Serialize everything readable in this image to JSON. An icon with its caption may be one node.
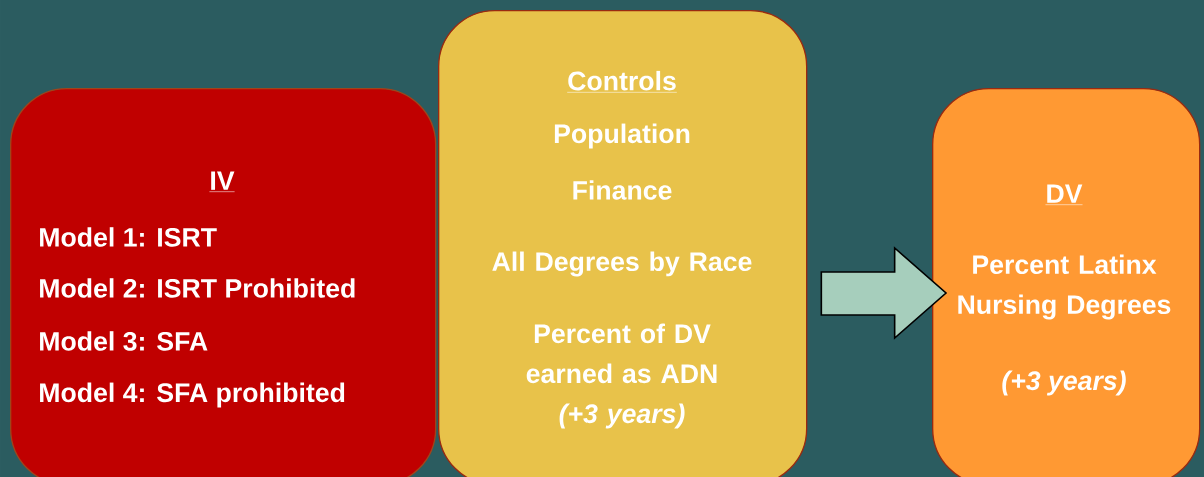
{
  "diagram": {
    "nodes": [
      {
        "text": [
          "IV",
          "Model 1: ISRT",
          "Model 2: ISRT Prohibited",
          "Model 3: SFA",
          "Model 4: SFA prohibited"
        ]
      },
      {
        "text": [
          "Controls",
          "Population",
          "Finance",
          "All Degrees by Race",
          "Percent of DV earned as ADN *(+3 years)*"
        ]
      },
      {
        "text": [
          "DV",
          "Percent Latinx Nursing Degrees",
          "(+3 years)"
        ]
      }
    ],
    "edges": [
      {
        "from": 1,
        "to": 2,
        "arrow": "to"
      }
    ]
  }
}
